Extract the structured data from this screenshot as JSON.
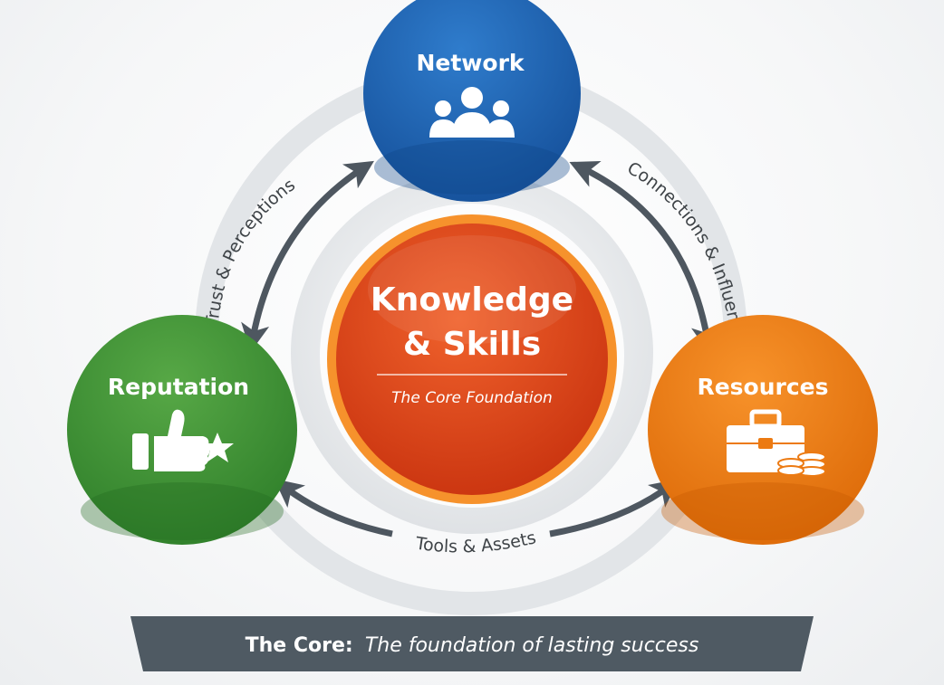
{
  "nodes": {
    "network": {
      "label": "Network",
      "icon": "people-icon",
      "color": "#1f63ad"
    },
    "reputation": {
      "label": "Reputation",
      "icon": "thumbs-up-star-icon",
      "color": "#3f9236"
    },
    "resources": {
      "label": "Resources",
      "icon": "briefcase-coins-icon",
      "color": "#ec7a12"
    }
  },
  "core": {
    "title_line1": "Knowledge",
    "title_line2": "& Skills",
    "subtitle": "The Core Foundation",
    "color": "#e1451c"
  },
  "edges": {
    "left": "Trust & Perceptions",
    "right": "Connections & Influence",
    "bottom": "Tools & Assets"
  },
  "banner": {
    "bold": "The Core:",
    "italic": "The foundation of lasting success",
    "color": "#4f5a63"
  }
}
